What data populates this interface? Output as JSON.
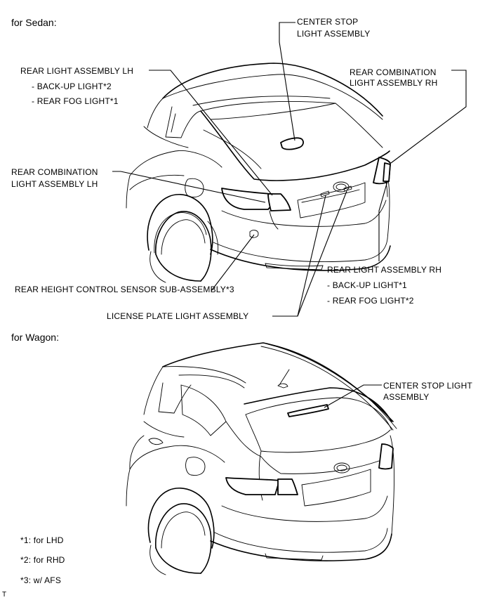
{
  "sedan": {
    "heading": "for Sedan:",
    "center_stop": [
      "CENTER STOP",
      "LIGHT ASSEMBLY"
    ],
    "rear_light_lh": {
      "title": "REAR LIGHT ASSEMBLY LH",
      "items": [
        "- BACK-UP LIGHT*2",
        "- REAR FOG LIGHT*1"
      ]
    },
    "rear_combination_rh": [
      "REAR COMBINATION",
      "LIGHT ASSEMBLY RH"
    ],
    "rear_combination_lh": [
      "REAR COMBINATION",
      "LIGHT ASSEMBLY LH"
    ],
    "rear_light_rh": {
      "title": "REAR LIGHT ASSEMBLY RH",
      "items": [
        "- BACK-UP LIGHT*1",
        "- REAR FOG LIGHT*2"
      ]
    },
    "height_sensor": "REAR HEIGHT CONTROL SENSOR SUB-ASSEMBLY*3",
    "license_plate": "LICENSE PLATE LIGHT ASSEMBLY"
  },
  "wagon": {
    "heading": "for Wagon:",
    "center_stop": [
      "CENTER STOP LIGHT",
      "ASSEMBLY"
    ]
  },
  "footnotes": [
    "*1: for LHD",
    "*2: for RHD",
    "*3: w/ AFS"
  ],
  "corner_mark": "T"
}
